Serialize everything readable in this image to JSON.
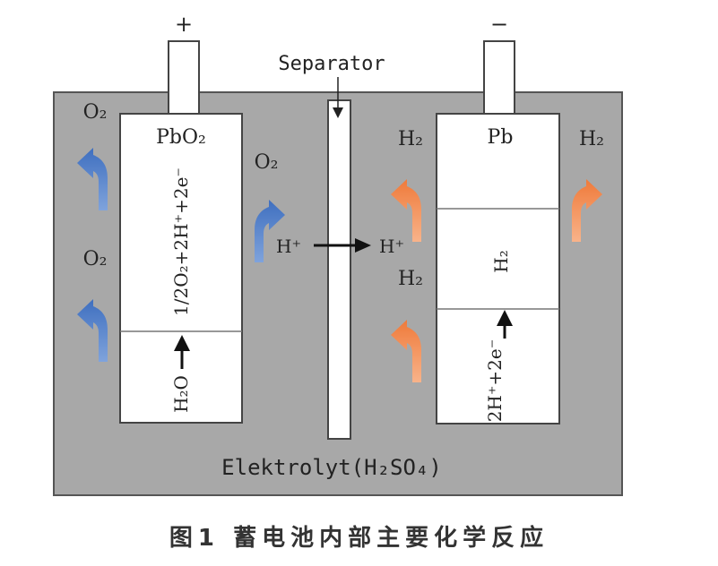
{
  "terminals": {
    "positive": "+",
    "negative": "−"
  },
  "separator_label": "Separator",
  "electrolyte_label": "Elektrolyt(H₂SO₄)",
  "left_electrode": {
    "label": "PbO₂",
    "reaction_upper": "1/2O₂+2H⁺+2e⁻",
    "reaction_lower": "H₂O",
    "gas_labels": [
      "O₂",
      "O₂",
      "O₂"
    ]
  },
  "right_electrode": {
    "label": "Pb",
    "reaction_middle": "H₂",
    "reaction_lower": "2H⁺+2e⁻",
    "gas_labels": [
      "H₂",
      "H₂",
      "H₂"
    ]
  },
  "ion_transfer": {
    "from": "H⁺",
    "to": "H⁺"
  },
  "caption": "图1  蓄电池内部主要化学反应",
  "colors": {
    "electrolyte": "#a8a8a8",
    "oxygen_arrow": "#4a78c0",
    "hydrogen_arrow": "#f08a4b",
    "electrode": "#ffffff"
  }
}
